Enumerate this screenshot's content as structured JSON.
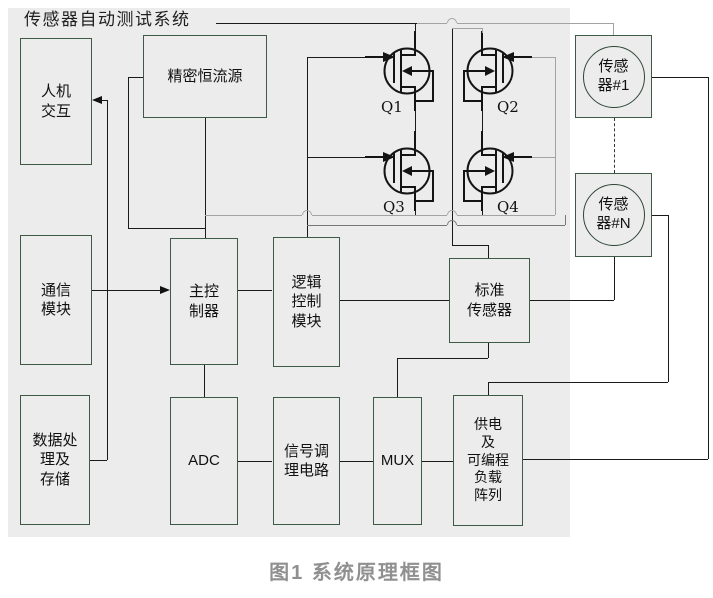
{
  "title": "传感器自动测试系统",
  "caption": "图1 系统原理框图",
  "blocks": {
    "hmi": "人机\n交互",
    "current_source": "精密恒流源",
    "comm": "通信\n模块",
    "mcu": "主控\n制器",
    "logic": "逻辑\n控制\n模块",
    "std_sensor": "标准\n传感器",
    "data_storage": "数据处\n理及\n存储",
    "adc": "ADC",
    "signal_cond": "信号调\n理电路",
    "mux": "MUX",
    "power_load": "供电\n及\n可编程\n负载\n阵列",
    "sensor_1": "传感\n器#1",
    "sensor_n": "传感\n器#N"
  },
  "transistors": [
    "Q1",
    "Q2",
    "Q3",
    "Q4"
  ],
  "colors": {
    "panel": "#ececec",
    "box_border": "#3c5a45",
    "line": "#1a1a1a",
    "line_gray": "#a3a3a3",
    "line_dark": "#777777",
    "caption": "#909090"
  }
}
